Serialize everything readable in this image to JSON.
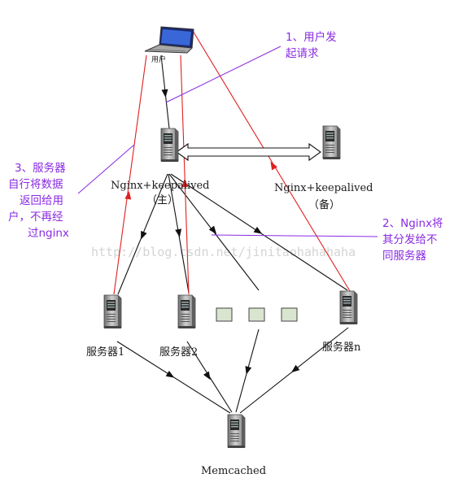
{
  "colors": {
    "black_line": "#111111",
    "red_line": "#e02020",
    "annotation": "#8a2be2",
    "server_body": "#9e9e9e",
    "placeholder_box": "#d9e5cf"
  },
  "watermark": "http://blog.csdn.net/jinitaohahahaha",
  "nodes": {
    "client_label": "用户",
    "master_label": "Nginx+keepalived",
    "master_sub": "（主）",
    "backup_label": "Nginx+keepalived",
    "backup_sub": "（备）",
    "server1_label": "服务器1",
    "server2_label": "服务器2",
    "servern_label": "服务器n",
    "memcached_label": "Memcached"
  },
  "annotations": {
    "step1": [
      "1、用户发",
      "起请求"
    ],
    "step2": [
      "2、Nginx将",
      "其分发给不",
      "同服务器"
    ],
    "step3": [
      "3、服务器",
      "自行将数据",
      "返回给用",
      "户，不再经",
      "过nginx"
    ]
  }
}
